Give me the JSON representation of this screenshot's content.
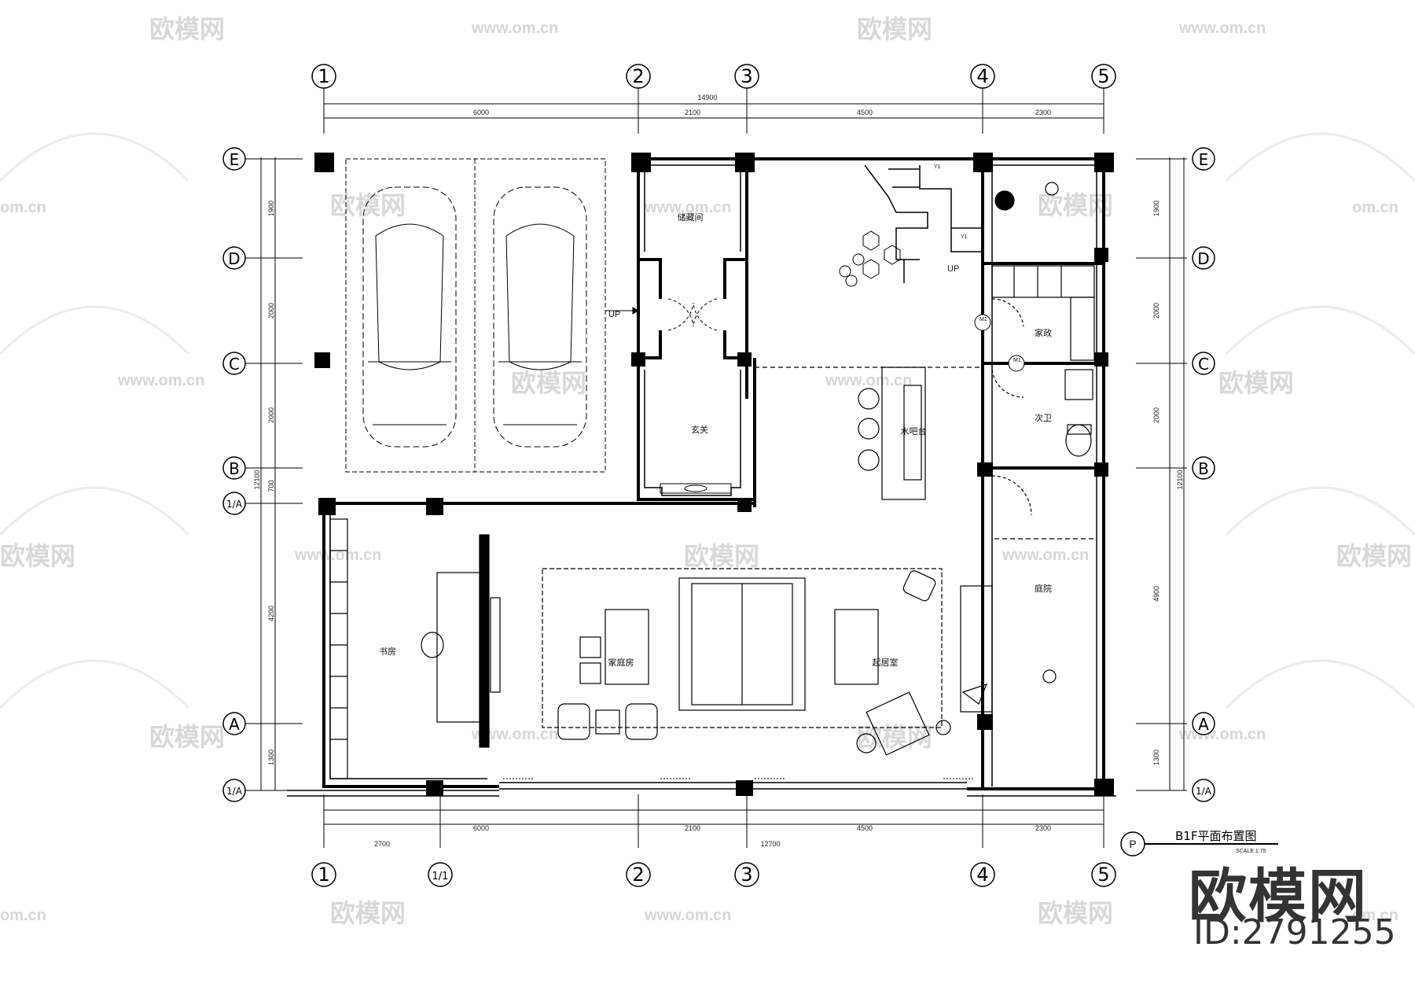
{
  "grid": {
    "top_labels": [
      "1",
      "2",
      "3",
      "4",
      "5"
    ],
    "bottom_labels": [
      "1",
      "1/1",
      "2",
      "3",
      "4",
      "5"
    ],
    "row_labels": [
      "E",
      "D",
      "C",
      "B",
      "1/A",
      "A",
      "1/A"
    ]
  },
  "dimensions": {
    "top_overall": "14900",
    "top_segments": [
      "6000",
      "2100",
      "4500",
      "2300"
    ],
    "bottom_segments": [
      "6000",
      "2100",
      "4500",
      "2300"
    ],
    "bottom_second": [
      "2700",
      "12700"
    ],
    "left_overall": "12100",
    "left_segments": [
      "1900",
      "2000",
      "2000",
      "700",
      "4200",
      "1300"
    ],
    "right_overall": "12100",
    "right_segments": [
      "1900",
      "2000",
      "2000",
      "4900",
      "1300"
    ]
  },
  "rooms": {
    "storage": "储藏间",
    "entry": "玄关",
    "bar": "水吧台",
    "housekeeping": "家政",
    "bathroom": "次卫",
    "courtyard": "庭院",
    "study": "书房",
    "family": "家庭房",
    "living": "起居室"
  },
  "annotations": {
    "up_garage": "UP",
    "up_stair": "UP",
    "y1_top": "Y1",
    "y1_side": "Y1",
    "door_m1_a": "M1",
    "door_m1_b": "M1"
  },
  "title_block": {
    "symbol": "P",
    "title": "B1F平面布置图",
    "scale": "SCALE 1:75"
  },
  "watermarks": {
    "brand": "欧模网",
    "url": "www.om.cn",
    "url_short": "om.cn",
    "id": "ID:2791255"
  }
}
